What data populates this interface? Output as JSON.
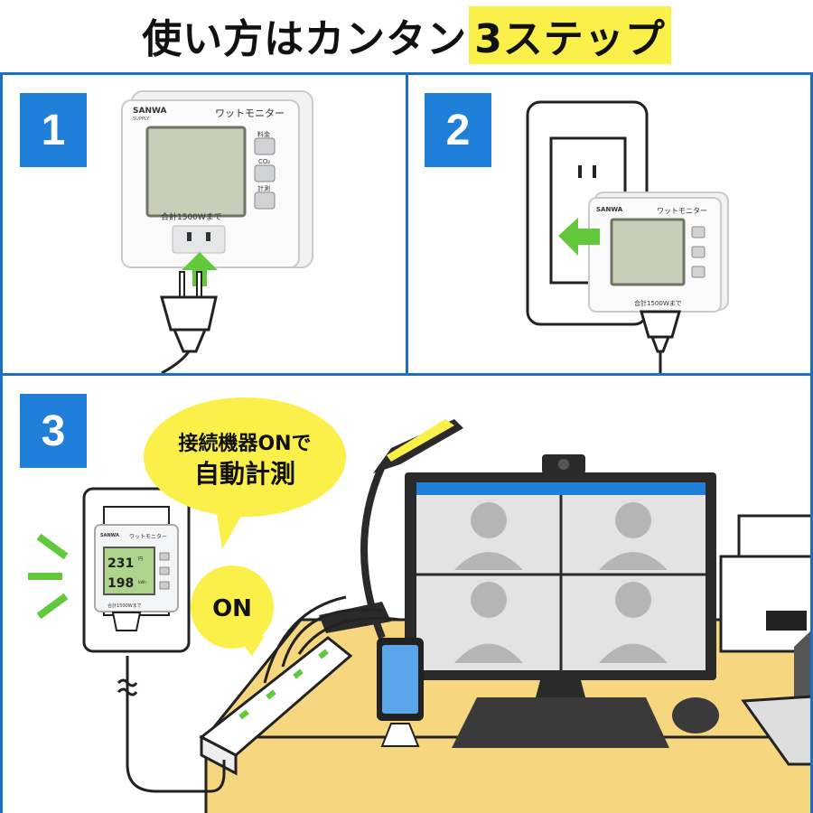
{
  "title": {
    "main": "使い方はカンタン",
    "highlight": "3ステップ"
  },
  "steps": [
    {
      "number": "1"
    },
    {
      "number": "2"
    },
    {
      "number": "3"
    }
  ],
  "device": {
    "brand": "SANWA",
    "brand_sub": "SUPPLY",
    "name": "ワットモニター",
    "button_1": "料金",
    "button_2": "CO₂",
    "button_3": "計測",
    "limit_label": "合計1500Wまで"
  },
  "display": {
    "line1": "231",
    "unit1": "円",
    "line2": "198",
    "unit2": "kWh"
  },
  "speech_bubble": {
    "line1": "接続機器ONで",
    "line2": "自動計測"
  },
  "on_label": "ON",
  "colors": {
    "accent_blue": "#1f7fd9",
    "highlight_yellow": "#fbf04a",
    "arrow_green": "#62c93d",
    "desk": "#f6d77f"
  }
}
